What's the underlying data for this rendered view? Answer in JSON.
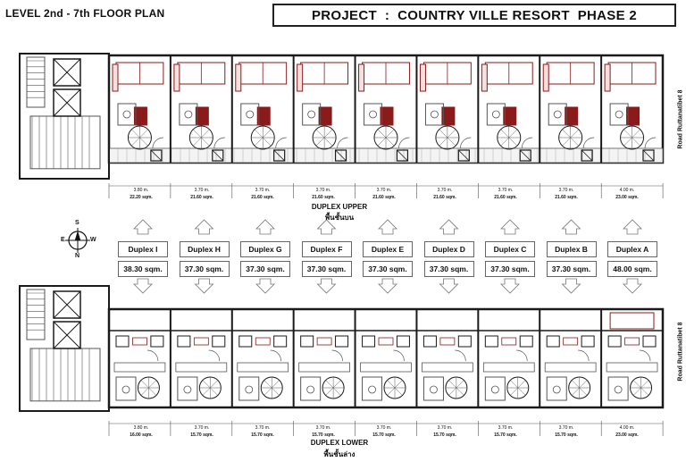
{
  "header": {
    "level_title": "LEVEL 2nd - 7th  FLOOR PLAN",
    "project_title": "PROJECT  :  COUNTRY VILLE RESORT  PHASE 2"
  },
  "upper_plan": {
    "label_en": "DUPLEX UPPER",
    "label_th": "พื้นชั้นบน",
    "road": "Road  Ruttanatibet 8",
    "areas": [
      "22.20 sqm.",
      "21.60 sqm.",
      "21.60 sqm.",
      "21.60 sqm.",
      "21.60 sqm.",
      "21.60 sqm.",
      "21.60 sqm.",
      "21.60 sqm.",
      "23.00 sqm."
    ],
    "widths": [
      "3.80 m.",
      "3.70 m.",
      "3.70 m.",
      "3.70 m.",
      "3.70 m.",
      "3.70 m.",
      "3.70 m.",
      "3.70 m.",
      "4.00 m."
    ]
  },
  "lower_plan": {
    "label_en": "DUPLEX LOWER",
    "label_th": "พื้นชั้นล่าง",
    "road": "Road  Ruttanatibet 8",
    "areas": [
      "16.00 sqm.",
      "15.70 sqm.",
      "15.70 sqm.",
      "15.70 sqm.",
      "15.70 sqm.",
      "15.70 sqm.",
      "15.70 sqm.",
      "15.70 sqm.",
      "23.00 sqm."
    ],
    "widths": [
      "3.80 m.",
      "3.70 m.",
      "3.70 m.",
      "3.70 m.",
      "3.70 m.",
      "3.70 m.",
      "3.70 m.",
      "3.70 m.",
      "4.00 m."
    ]
  },
  "compass": {
    "n": "N",
    "s": "S",
    "e": "E",
    "w": "W"
  },
  "units": [
    {
      "name": "Duplex I",
      "area": "38.30 sqm."
    },
    {
      "name": "Duplex H",
      "area": "37.30 sqm."
    },
    {
      "name": "Duplex G",
      "area": "37.30 sqm."
    },
    {
      "name": "Duplex F",
      "area": "37.30 sqm."
    },
    {
      "name": "Duplex E",
      "area": "37.30 sqm."
    },
    {
      "name": "Duplex D",
      "area": "37.30 sqm."
    },
    {
      "name": "Duplex C",
      "area": "37.30 sqm."
    },
    {
      "name": "Duplex B",
      "area": "37.30 sqm."
    },
    {
      "name": "Duplex  A",
      "area": "48.00 sqm."
    }
  ],
  "colors": {
    "wall": "#1a1a1a",
    "furniture_red": "#8b1a1a",
    "line": "#555555"
  }
}
